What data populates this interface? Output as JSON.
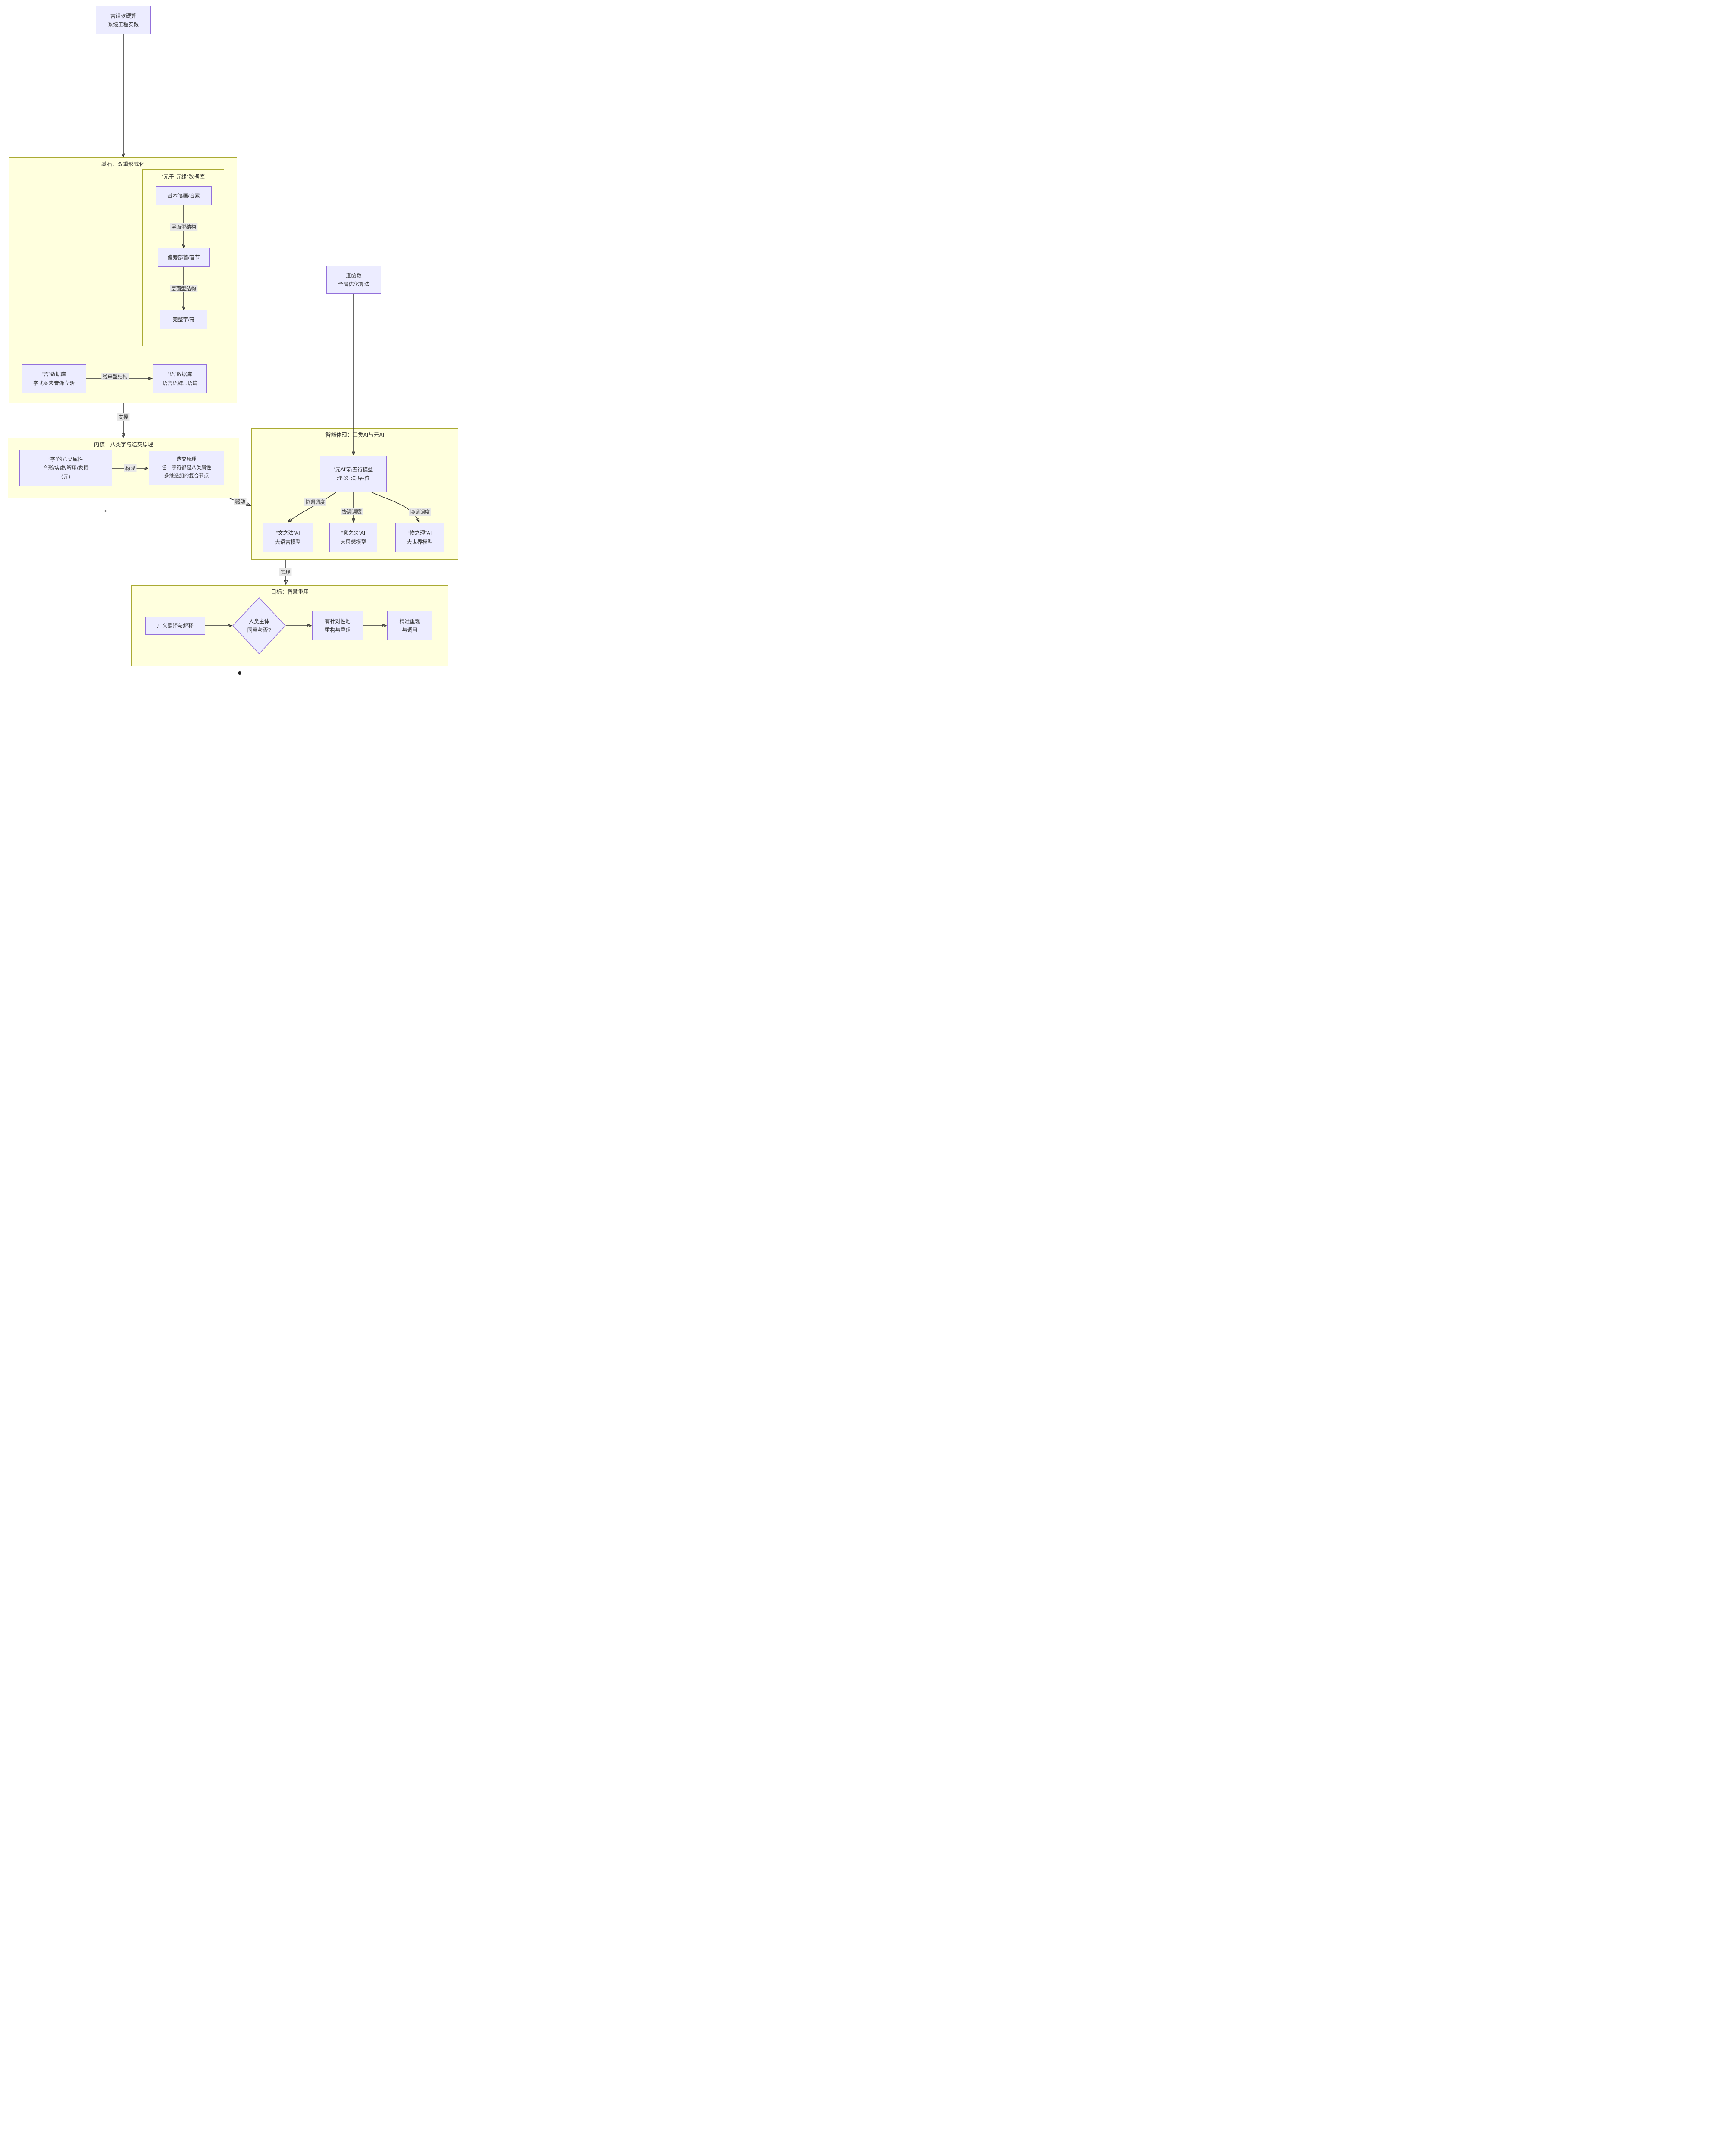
{
  "colors": {
    "node_fill": "#ECECFF",
    "node_border": "#9370DB",
    "cluster_fill": "#ffffde",
    "cluster_border": "#aaaa33",
    "edge_stroke": "#333333",
    "edge_label_bg": "#e8e8e8",
    "text": "#333333"
  },
  "root_node": {
    "line1": "言识软硬算",
    "line2": "系统工程实践"
  },
  "dao_node": {
    "line1": "道函数",
    "line2": "全局优化算法"
  },
  "foundation": {
    "label": "基石：双重形式化",
    "atom_db": {
      "label": "“元子-元组”数据库",
      "strokes": "基本笔画/音素",
      "radicals": "偏旁部首/音节",
      "full_char": "完整字/符",
      "layer_edge_label": "层面型结构"
    },
    "yan_db": {
      "line1": "“言”数据库",
      "line2": "字式图表音像立活"
    },
    "yu_db": {
      "line1": "“语”数据库",
      "line2": "语言语辞...语篇"
    },
    "serial_edge_label": "线串型结构"
  },
  "core": {
    "label": "内核：八类字与迭交原理",
    "attrs_node": {
      "line1": "“字”的八类属性",
      "line2": "音形/实虚/解用/象释",
      "line3": "（元）"
    },
    "overlay_node": {
      "line1": "迭交原理",
      "line2": "任一字符都是八类属性",
      "line3": "多维迭加的复合节点"
    },
    "compose_edge_label": "构成"
  },
  "intelligence": {
    "label": "智能体现：三类AI与元AI",
    "meta_ai": {
      "line1": "“元AI”新五行模型",
      "line2": "理·义·法·序·位"
    },
    "text_ai": {
      "line1": "“文之法”AI",
      "line2": "大语言模型"
    },
    "mind_ai": {
      "line1": "“意之义”AI",
      "line2": "大思想模型"
    },
    "world_ai": {
      "line1": "“物之理”AI",
      "line2": "大世界模型"
    },
    "coordinate_edge_label": "协调调度"
  },
  "goal": {
    "label": "目标：智慧重用",
    "translate_node": "广义翻译与解释",
    "decision_node": {
      "line1": "人类主体",
      "line2": "同意与否?"
    },
    "reconstruct_node": {
      "line1": "有针对性地",
      "line2": "重构与重组"
    },
    "reproduce_node": {
      "line1": "精准重现",
      "line2": "与调用"
    }
  },
  "edge_labels": {
    "support": "支撑",
    "drive": "驱动",
    "realize": "实现"
  }
}
